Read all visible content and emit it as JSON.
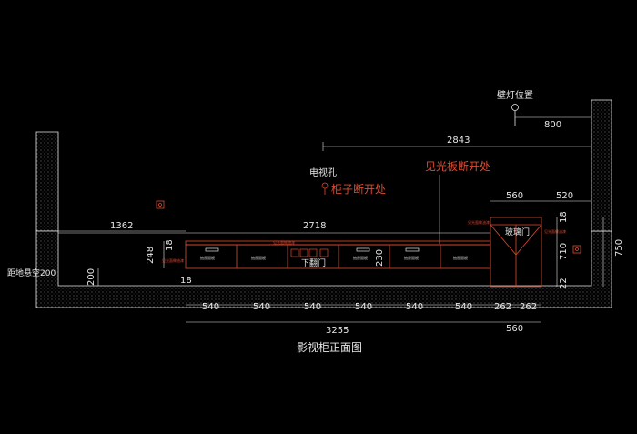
{
  "labels": {
    "wall_lamp": "壁灯位置",
    "tv_hole": "电视孔",
    "cabinet_break": "柜子断开处",
    "light_panel_break": "见光板断开处",
    "glass_door": "玻璃门",
    "flip_door": "下翻门",
    "floor_offset": "距地悬空200",
    "light_panel_paint": "见光面做油漆",
    "light_panel_paint_2": "见光面做油漆",
    "light_panel_paint_side": "见光面做油漆",
    "light_panel_paint_right": "见光面做油漆",
    "drawer_label": "抽屉面板",
    "title": "影视柜正面图"
  },
  "dimensions": {
    "d800": "800",
    "d2843": "2843",
    "d560_top": "560",
    "d520": "520",
    "d1362": "1362",
    "d2718": "2718",
    "d18_right": "18",
    "d710": "710",
    "d750": "750",
    "d22": "22",
    "d248": "248",
    "d18_left": "18",
    "d200": "200",
    "d18_bottom": "18",
    "d230": "230",
    "d540_1": "540",
    "d540_2": "540",
    "d540_3": "540",
    "d540_4": "540",
    "d540_5": "540",
    "d540_6": "540",
    "d262_1": "262",
    "d262_2": "262",
    "d3255": "3255",
    "d560_bottom": "560"
  },
  "colors": {
    "background": "#000000",
    "line": "#e6e6e6",
    "accent": "#e04a2f"
  }
}
